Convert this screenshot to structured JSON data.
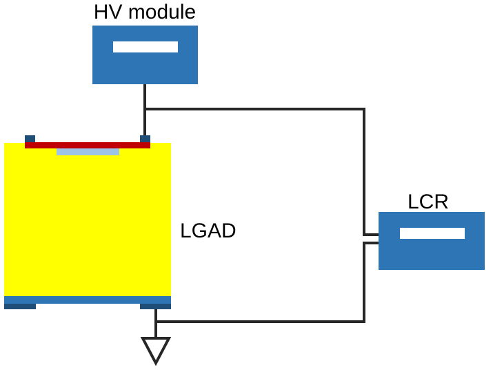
{
  "labels": {
    "hv_module": "HV module",
    "lcr": "LCR",
    "lgad": "LGAD"
  },
  "colors": {
    "instrument_blue": "#2e75b6",
    "contact_dark_blue": "#1f4e79",
    "lgad_body_yellow": "#ffff00",
    "gain_layer_red": "#c00000",
    "implant_light_blue": "#9dc3e6",
    "wire": "#262626",
    "display_window": "#ffffff",
    "text": "#000000"
  },
  "icons": {
    "ground": "ground-symbol-icon"
  }
}
